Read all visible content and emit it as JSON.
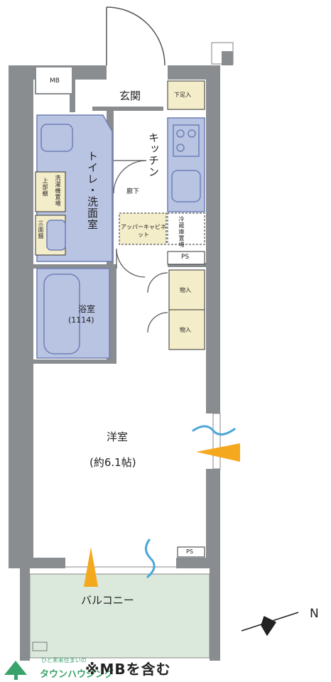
{
  "rooms": {
    "mb": "MB",
    "entrance": "玄関",
    "shoe_box": "下足入",
    "kitchen": "キッチン",
    "toilet_washroom": "トイレ・洗面室",
    "washer_space": "洗濯機置場",
    "upper_shelf": "上部棚",
    "three_shelf": "三面鏡",
    "hallway": "廊下",
    "cupboard": "アッパーキャビネット",
    "fridge_space": "冷蔵庫置場",
    "ps_upper": "PS",
    "storage_1": "物入",
    "storage_2": "物入",
    "bathroom": "浴室",
    "bathroom_size": "(1114)",
    "western_room": "洋室",
    "western_room_size": "(約6.1帖)",
    "ps_lower": "PS",
    "balcony": "バルコニー"
  },
  "compass": {
    "north_label": "N"
  },
  "footer": {
    "note": "※MBを含む",
    "brand": "タウンハウジング",
    "brand_small": "ひと未来住まいの"
  },
  "colors": {
    "wall": "#8a8d90",
    "wet_area": "#b9c4e3",
    "wet_border": "#6f7fb6",
    "cream": "#f4edc9",
    "balcony": "#dbe9dc",
    "airflow": "#4aa6d8",
    "light": "#f4a81d",
    "brand": "#3aa36b"
  }
}
